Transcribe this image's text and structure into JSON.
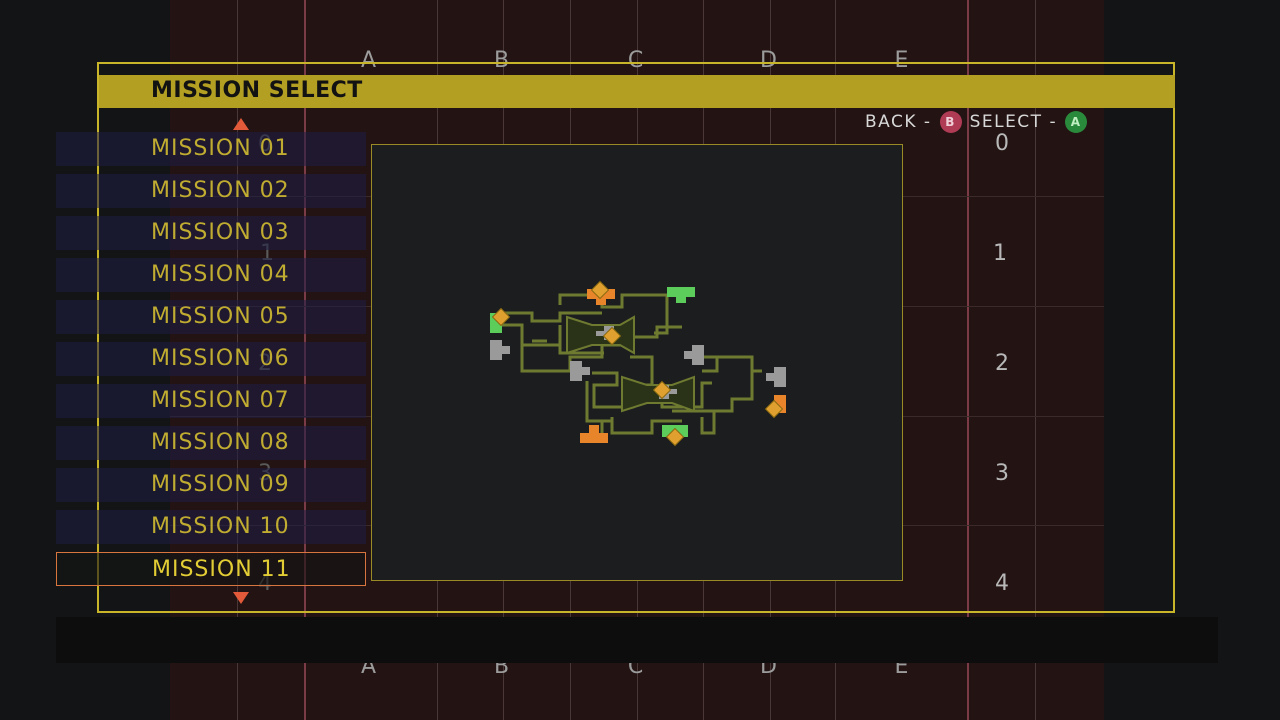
{
  "screen": {
    "title": "MISSION SELECT",
    "accent_color": "#b39f22"
  },
  "controls": {
    "back_label": "BACK -",
    "back_icon": "B",
    "select_label": "SELECT -",
    "select_icon": "A"
  },
  "grid": {
    "columns": [
      "A",
      "B",
      "C",
      "D",
      "E"
    ],
    "rows": [
      "0",
      "1",
      "2",
      "3",
      "4"
    ]
  },
  "missions": {
    "items": [
      {
        "label": "MISSION 01"
      },
      {
        "label": "MISSION 02"
      },
      {
        "label": "MISSION 03"
      },
      {
        "label": "MISSION 04"
      },
      {
        "label": "MISSION 05"
      },
      {
        "label": "MISSION 06"
      },
      {
        "label": "MISSION 07"
      },
      {
        "label": "MISSION 08"
      },
      {
        "label": "MISSION 09"
      },
      {
        "label": "MISSION 10"
      },
      {
        "label": "MISSION 11"
      }
    ],
    "selected_index": 10
  },
  "map": {
    "marker_colors": {
      "objective": "#e0a030",
      "orange": "#e8842a",
      "green": "#5ccd5a",
      "gray": "#9a9a9a",
      "corridor": "#6e7a30"
    }
  }
}
